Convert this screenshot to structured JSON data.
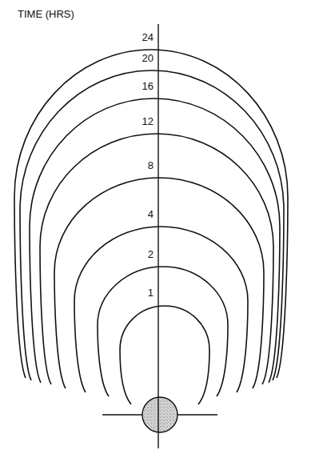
{
  "diagram": {
    "labels": [
      "TIME (HRS)",
      "24",
      "20",
      "16",
      "12",
      "8",
      "4",
      "2",
      "1"
    ]
  }
}
